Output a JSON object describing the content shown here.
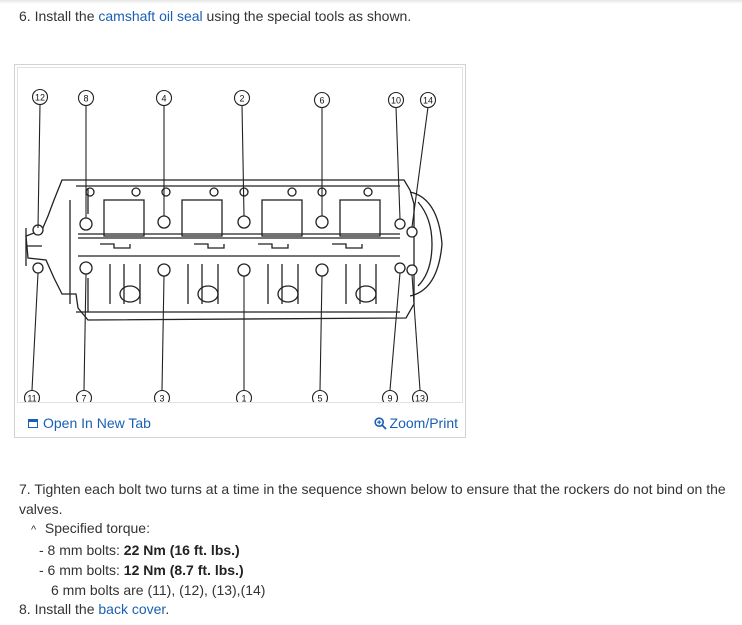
{
  "step6": {
    "prefix": "6. Install the ",
    "link": "camshaft oil seal",
    "suffix": " using the special tools as shown."
  },
  "figure": {
    "callouts_top": [
      "12",
      "8",
      "4",
      "2",
      "6",
      "10",
      "14"
    ],
    "callouts_bottom": [
      "11",
      "7",
      "3",
      "1",
      "5",
      "9",
      "13"
    ],
    "open_tab_label": "Open In New Tab",
    "zoom_label": "Zoom/Print"
  },
  "step7": {
    "text": "7. Tighten each bolt two turns at a time in the sequence shown below to ensure that the rockers do not bind on the valves."
  },
  "torque": {
    "heading": "Specified torque:",
    "items": [
      {
        "prefix": "- 8 mm bolts: ",
        "value": "22 Nm (16 ft. lbs.)"
      },
      {
        "prefix": "- 6 mm bolts: ",
        "value": "12 Nm (8.7 ft. lbs.)"
      }
    ],
    "note": "6 mm bolts are (11), (12), (13),(14)"
  },
  "step8": {
    "prefix": "8. Install the ",
    "link": "back cover",
    "suffix": "."
  },
  "colors": {
    "link": "#1a5fb4",
    "text": "#333333"
  },
  "icons": {
    "open_tab": "external-window-icon",
    "zoom": "magnifier-icon"
  }
}
